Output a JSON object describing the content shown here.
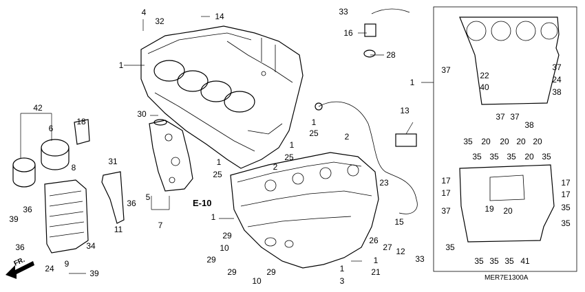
{
  "reference": "E-10",
  "direction_label": "FR.",
  "diagram_code": "MER7E1300A",
  "callouts": {
    "c4": "4",
    "c32": "32",
    "c14": "14",
    "c1a": "1",
    "c33a": "33",
    "c16": "16",
    "c28": "28",
    "c42": "42",
    "c6": "6",
    "c18": "18",
    "c30": "30",
    "c1b": "1",
    "c25a": "25",
    "c2a": "2",
    "c13": "13",
    "c1c": "1",
    "c25b": "25",
    "c2b": "2",
    "c1d": "1",
    "c25c": "25",
    "c8": "8",
    "c31": "31",
    "c36a": "36",
    "c5": "5",
    "c7": "7",
    "c36b": "36",
    "c39a": "39",
    "c11": "11",
    "c34": "34",
    "c1e": "1",
    "c36c": "36",
    "c24a": "24",
    "c9": "9",
    "c39b": "39",
    "c29a": "29",
    "c10a": "10",
    "c29b": "29",
    "c29c": "29",
    "c10b": "10",
    "c29d": "29",
    "c1f": "1",
    "c3": "3",
    "c21": "21",
    "c26": "26",
    "c27": "27",
    "c15": "15",
    "c23": "23",
    "c12": "12",
    "c33b": "33",
    "c1g": "1",
    "c37a": "37",
    "c22": "22",
    "c40": "40",
    "c37b": "37",
    "c24b": "24",
    "c38a": "38",
    "c37c": "37",
    "c37d": "37",
    "c38b": "38",
    "c35a": "35",
    "c20a": "20",
    "c20b": "20",
    "c35b": "35",
    "c20c": "20",
    "c35c": "35",
    "c20d": "20",
    "c35d": "35",
    "c20e": "20",
    "c35e": "35",
    "c17a": "17",
    "c17b": "17",
    "c17c": "17",
    "c17d": "17",
    "c37e": "37",
    "c19": "19",
    "c20f": "20",
    "c35f": "35",
    "c35g": "35",
    "c35h": "35",
    "c35i": "35",
    "c35j": "35",
    "c35k": "35",
    "c41": "41"
  }
}
